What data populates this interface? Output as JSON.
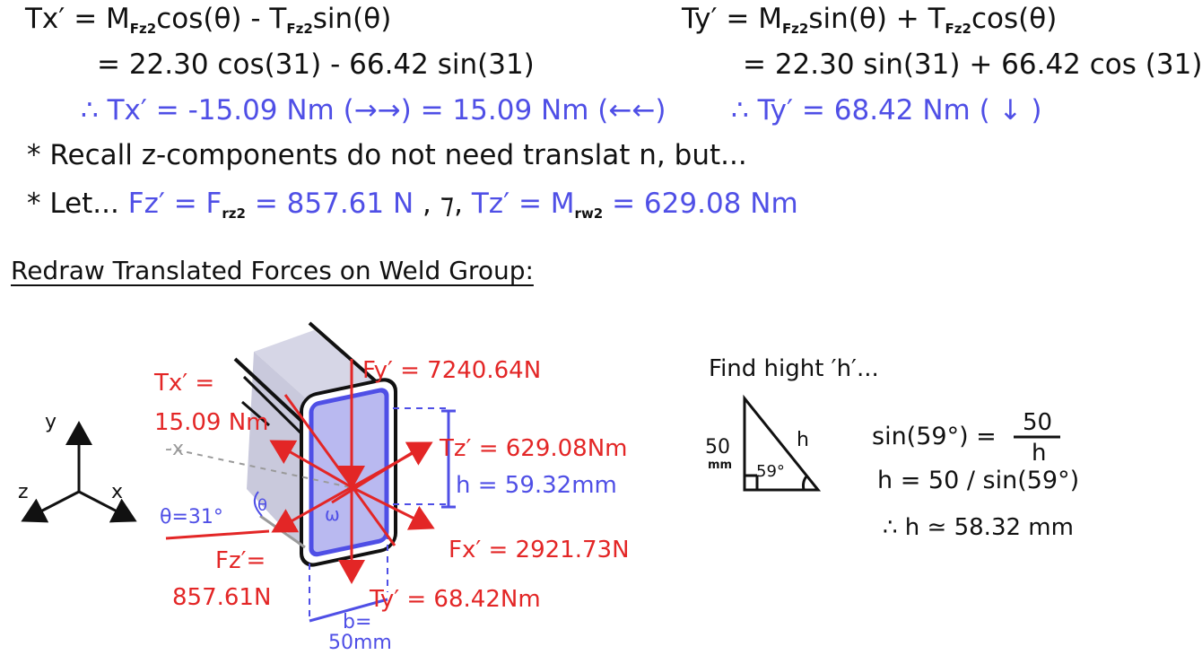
{
  "colors": {
    "ink": "#111111",
    "blue": "#4f4fe6",
    "red": "#e32626",
    "member": "#d6d6e6"
  },
  "equations": {
    "tx": {
      "lhs": "Tx′",
      "def": "= M",
      "def_sub": "Fz2",
      "def_mid": "cos(θ) - T",
      "def_sub2": "Fz2",
      "def_end": "sin(θ)",
      "subst": "= 22.30 cos(31) - 66.42 sin(31)",
      "result": "∴ Tx′ = -15.09 Nm (→→)  = 15.09 Nm (←←)"
    },
    "ty": {
      "lhs": "Ty′",
      "def": "= M",
      "def_sub": "Fz2",
      "def_mid": "sin(θ) + T",
      "def_sub2": "Fz2",
      "def_end": "cos(θ)",
      "subst": "= 22.30 sin(31) + 66.42 cos (31)",
      "result": "∴ Ty′ = 68.42 Nm ( ↓ )"
    },
    "recall": "* Recall z-components do not need translat  n, but...",
    "let_prefix": "* Let...",
    "let_fz": "Fz′ = F",
    "let_fz_sub": "rz2",
    "let_fz_val": " = 857.61 N",
    "let_and": ", ⁊, ",
    "let_tz": "Tz′ = M",
    "let_tz_sub": "rw2",
    "let_tz_val": " = 629.08 Nm"
  },
  "section_title": "Redraw Translated Forces on Weld Group:",
  "diagram": {
    "axis_y": "y",
    "axis_z": "z",
    "axis_x": "x",
    "neg_x": "-x",
    "tx_label": "Tx′ =",
    "tx_value": "15.09 Nm",
    "fy_label": "Fy′ = 7240.64N",
    "tz_label": "Tz′ = 629.08Nm",
    "h_label": "h = 59.32mm",
    "theta_label": "θ=31°",
    "theta_small": "θ",
    "omega": "ω",
    "fz_label": "Fz′=",
    "fz_value": "857.61N",
    "fx_label": "Fx′ = 2921.73N",
    "ty_label": "Ty′ = 68.42Nm",
    "b_label": "b=",
    "b_value": "50mm"
  },
  "height_calc": {
    "title": "Find hight ′h′...",
    "side_value": "50",
    "side_unit": "mm",
    "hyp": "h",
    "angle": "59°",
    "eq1_lhs": "sin(59°) =",
    "eq1_num": "50",
    "eq1_den": "h",
    "eq2": "h = 50 / sin(59°)",
    "eq3": "∴ h ≃ 58.32 mm"
  }
}
